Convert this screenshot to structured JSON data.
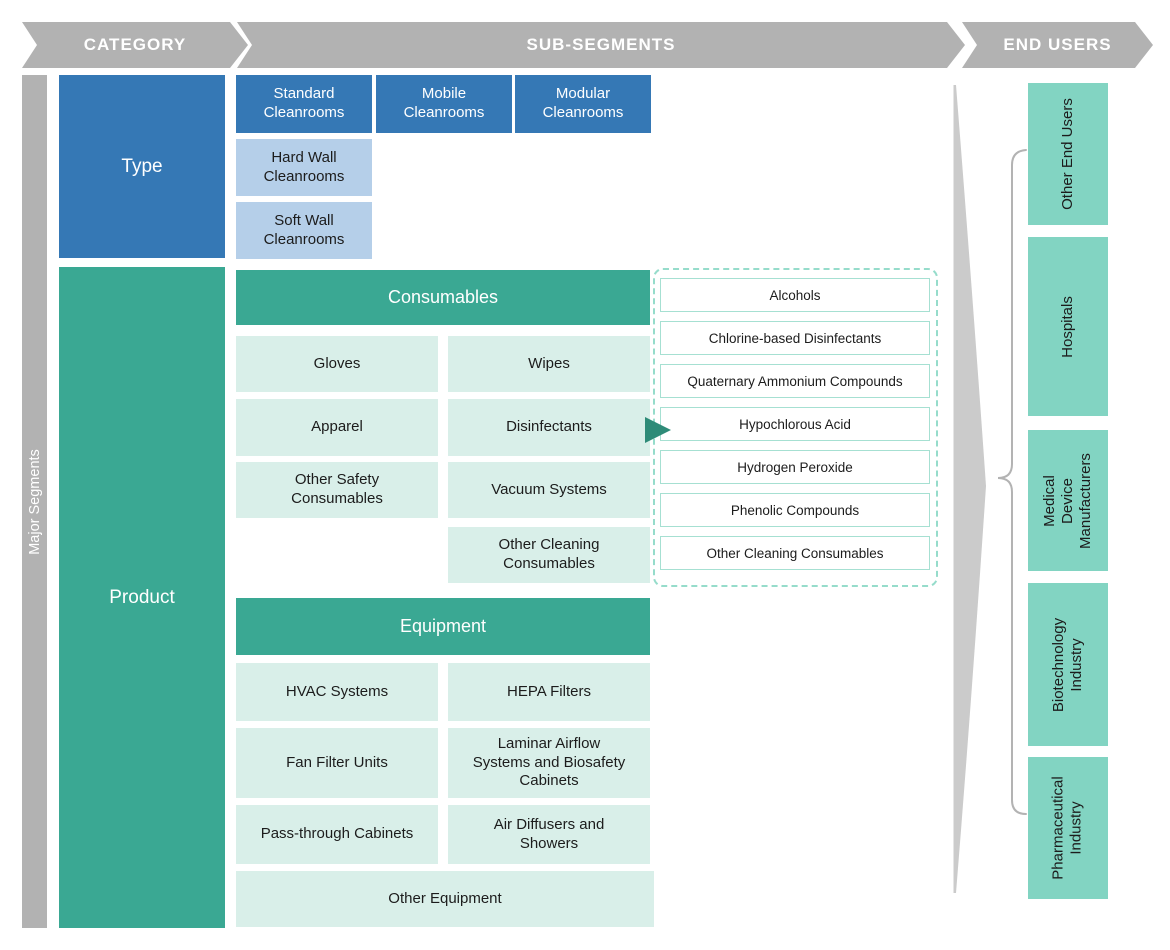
{
  "header": {
    "category": "CATEGORY",
    "sub_segments": "SUB-SEGMENTS",
    "end_users": "END USERS"
  },
  "left_rail": {
    "label": "Major Segments"
  },
  "categories": {
    "type": "Type",
    "product": "Product"
  },
  "type_subsegments": {
    "row_primary": [
      "Standard Cleanrooms",
      "Mobile Cleanrooms",
      "Modular Cleanrooms"
    ],
    "column_secondary": [
      "Hard Wall Cleanrooms",
      "Soft Wall Cleanrooms"
    ]
  },
  "consumables": {
    "title": "Consumables",
    "left": [
      "Gloves",
      "Apparel",
      "Other Safety Consumables"
    ],
    "right": [
      "Wipes",
      "Disinfectants",
      "Vacuum Systems",
      "Other Cleaning Consumables"
    ]
  },
  "equipment": {
    "title": "Equipment",
    "left": [
      "HVAC Systems",
      "Fan Filter Units",
      "Pass-through Cabinets"
    ],
    "right": [
      "HEPA Filters",
      "Laminar Airflow Systems and Biosafety Cabinets",
      "Air Diffusers and Showers"
    ],
    "full_width": "Other Equipment"
  },
  "disinfectants_breakdown": {
    "items": [
      "Alcohols",
      "Chlorine-based Disinfectants",
      "Quaternary Ammonium Compounds",
      "Hypochlorous Acid",
      "Hydrogen Peroxide",
      "Phenolic Compounds",
      "Other Cleaning Consumables"
    ]
  },
  "end_users": {
    "items": [
      "Other End Users",
      "Hospitals",
      "Medical Device Manufacturers",
      "Biotechnology Industry",
      "Pharmaceutical Industry"
    ]
  },
  "colors": {
    "arrow_gray": "#b2b2b2",
    "dark_blue": "#3578b5",
    "light_blue": "#b5cfe9",
    "teal": "#3aa893",
    "light_teal": "#d9efe9",
    "end_user_green": "#82d4c2",
    "panel_border_teal": "#96dccb",
    "pointer_teal": "#2e8b78",
    "wedge_gray": "#cbcbcb",
    "brace_gray": "#b3b3b3"
  }
}
